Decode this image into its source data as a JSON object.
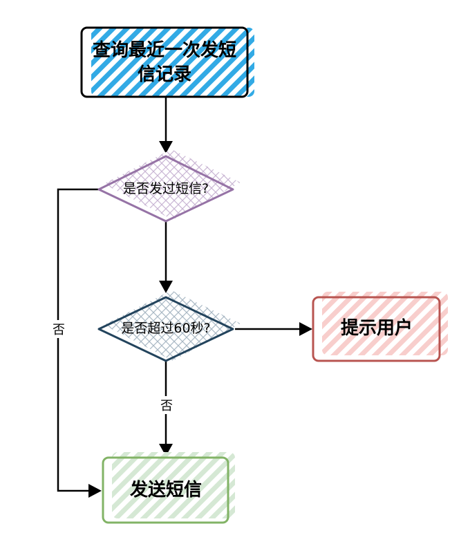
{
  "nodes": {
    "query": {
      "label": "查询最近一次发短信记录",
      "fill": "#1ba1e2",
      "stroke": "#000000"
    },
    "sent_check": {
      "label": "是否发过短信?",
      "fill": "#e1d5e7",
      "stroke": "#9673a6"
    },
    "time_check": {
      "label": "是否超过60秒?",
      "fill": "#bac8d3",
      "stroke": "#23445d"
    },
    "prompt_user": {
      "label": "提示用户",
      "fill": "#f8cecc",
      "stroke": "#b85450"
    },
    "send_sms": {
      "label": "发送短信",
      "fill": "#d5e8d4",
      "stroke": "#82b366"
    }
  },
  "edges": {
    "left_no": {
      "label": "否"
    },
    "down_no": {
      "label": "否"
    }
  }
}
